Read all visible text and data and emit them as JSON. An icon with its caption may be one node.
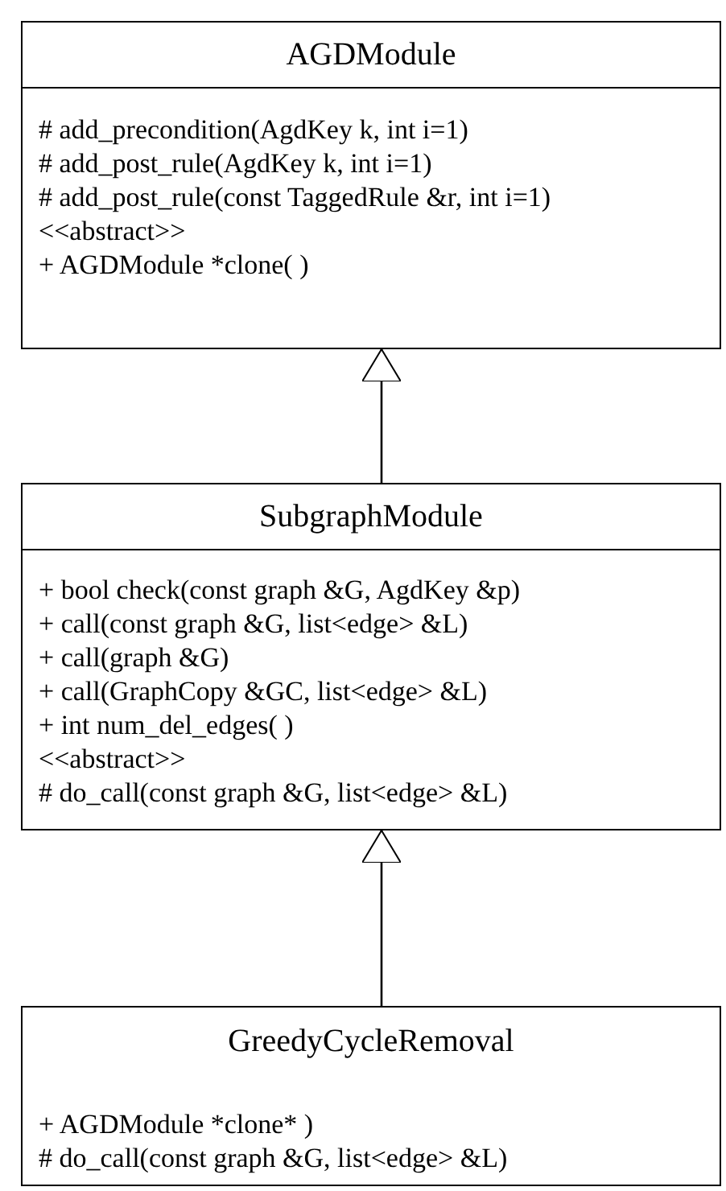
{
  "diagram": {
    "nodes": [
      {
        "text": [
          "AGDModule",
          "# add_precondition(AgdKey k, int i=1)",
          "# add_post_rule(AgdKey k, int i=1)",
          "# add_post_rule(const TaggedRule &r, int i=1)",
          "<<abstract>>",
          "+ AGDModule *clone( )"
        ]
      },
      {
        "text": [
          "SubgraphModule",
          "+ bool check(const graph &G, AgdKey &p)",
          "+ call(const graph &G, list<edge> &L)",
          "+ call(graph &G)",
          "+ call(GraphCopy &GC, list<edge> &L)",
          "+ int num_del_edges( )",
          "<<abstract>>",
          "# do_call(const graph &G, list<edge> &L)"
        ]
      },
      {
        "text": [
          "GreedyCycleRemoval",
          "+ AGDModule *clone* )",
          "# do_call(const graph &G, list<edge> &L)"
        ]
      }
    ],
    "edges": [
      {
        "from": 1,
        "to": 0,
        "arrow": "to"
      },
      {
        "from": 2,
        "to": 1,
        "arrow": "to"
      }
    ]
  }
}
